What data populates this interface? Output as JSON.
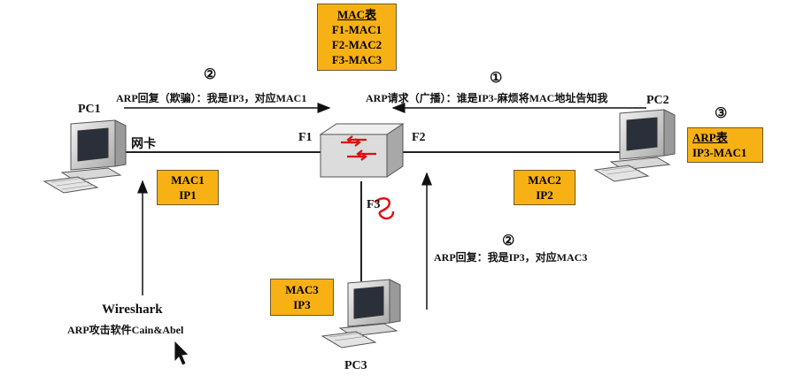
{
  "mac_table": {
    "title": "MAC表",
    "rows": [
      "F1-MAC1",
      "F2-MAC2",
      "F3-MAC3"
    ]
  },
  "arp_table": {
    "title": "ARP表",
    "row": "IP3-MAC1"
  },
  "pc1": {
    "name": "PC1",
    "nic_label": "网卡",
    "mac": "MAC1",
    "ip": "IP1"
  },
  "pc2": {
    "name": "PC2",
    "mac": "MAC2",
    "ip": "IP2"
  },
  "pc3": {
    "name": "PC3",
    "mac": "MAC3",
    "ip": "IP3"
  },
  "ports": {
    "f1": "F1",
    "f2": "F2",
    "f3": "F3"
  },
  "step1": {
    "num": "①",
    "text": "ARP请求（广播）：谁是IP3-麻烦将MAC地址告知我"
  },
  "step2_top": {
    "num": "②",
    "text": "ARP回复（欺骗）：我是IP3，对应MAC1"
  },
  "step2_bottom": {
    "num": "②",
    "text": "ARP回复：我是IP3，对应MAC3"
  },
  "step3": {
    "num": "③"
  },
  "attacker": {
    "tool": "Wireshark",
    "desc": "ARP攻击软件Cain&Abel"
  },
  "colors": {
    "box_fill": "#f7b115",
    "annotation_red": "#e01010"
  }
}
